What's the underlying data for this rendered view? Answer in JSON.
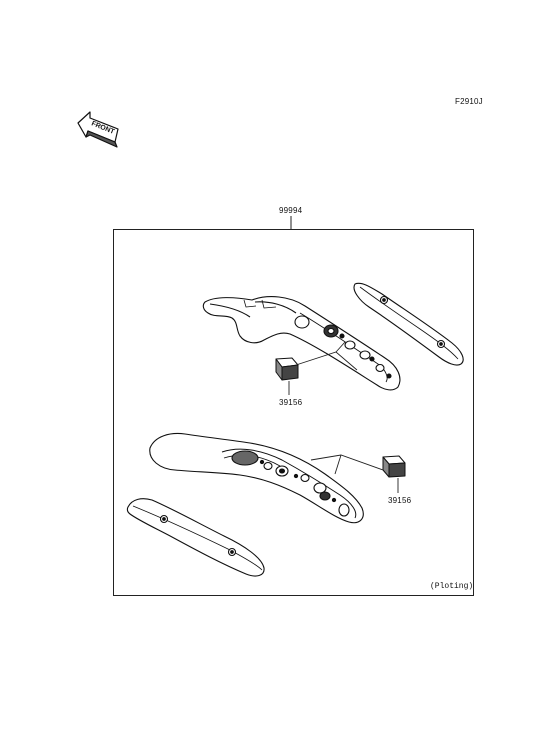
{
  "diagram": {
    "code": "F2910J",
    "front_arrow_text": "FRONT",
    "kit_part_number": "99994",
    "parts": [
      {
        "part_number": "39156"
      },
      {
        "part_number": "39156"
      }
    ],
    "note": "(Ploting)"
  }
}
